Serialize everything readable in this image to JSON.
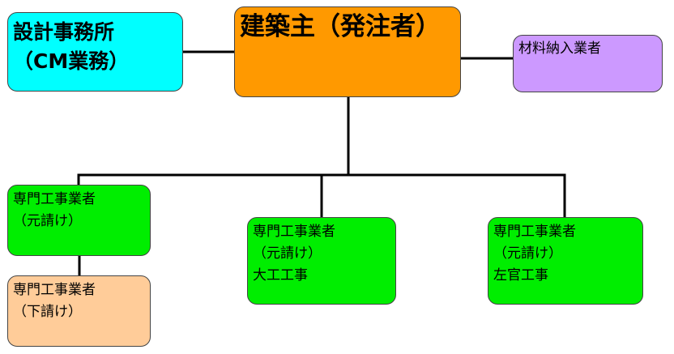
{
  "colors": {
    "design_office": "#00ffff",
    "owner": "#ff9900",
    "material_supplier": "#cc99ff",
    "subcontractor": "#00ee00",
    "sub_subcontractor": "#ffcc99",
    "connector": "#000000"
  },
  "nodes": {
    "design_office": {
      "line1": "設計事務所",
      "line2": "（CM業務）"
    },
    "owner": {
      "line1": "建築主（発注者）"
    },
    "material_supplier": {
      "line1": "材料納入業者"
    },
    "subcontractor_left": {
      "line1": "専門工事業者",
      "line2": "（元請け）"
    },
    "sub_subcontractor": {
      "line1": "専門工事業者",
      "line2": "（下請け）"
    },
    "subcontractor_middle": {
      "line1": "専門工事業者",
      "line2": "（元請け）",
      "line3": "大工工事"
    },
    "subcontractor_right": {
      "line1": "専門工事業者",
      "line2": "（元請け）",
      "line3": "左官工事"
    }
  }
}
